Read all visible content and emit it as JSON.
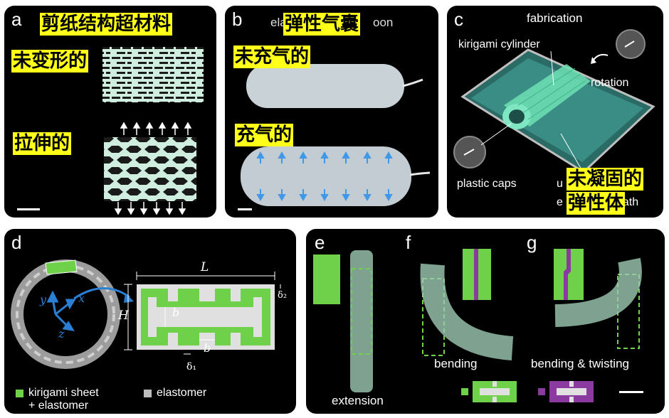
{
  "panels": {
    "a": {
      "letter": "a",
      "title_zh": "剪纸结构超材料",
      "undeformed_zh": "未变形的",
      "stretched_zh": "拉伸的"
    },
    "b": {
      "letter": "b",
      "title_en_left": "ela",
      "title_zh": "弹性气囊",
      "title_en_right": "oon",
      "deflated_zh": "未充气的",
      "inflated_zh": "充气的"
    },
    "c": {
      "letter": "c",
      "fabrication": "fabrication",
      "kirigami_cylinder": "kirigami cylinder",
      "rotation": "rotation",
      "plastic_caps": "plastic caps",
      "bath_left": "u",
      "bath_left2": "e",
      "bath_right": "bath",
      "uncured_zh_1": "未凝固的",
      "uncured_zh_2": "弹性体"
    },
    "d": {
      "letter": "d",
      "L": "L",
      "H": "H",
      "b_top": "b",
      "b_bottom": "b",
      "delta1": "δ₁",
      "delta2": "δ₂",
      "axis_x": "x",
      "axis_y": "y",
      "axis_z": "z",
      "legend_kirigami_1": "kirigami sheet",
      "legend_kirigami_2": "+ elastomer",
      "legend_elastomer": "elastomer"
    },
    "e": {
      "letter": "e",
      "label": "extension"
    },
    "f": {
      "letter": "f",
      "label": "bending"
    },
    "g": {
      "letter": "g",
      "label": "bending & twisting"
    }
  },
  "colors": {
    "green": "#6fd14a",
    "purple": "#8b3ba0",
    "elastomer": "#bdbdbd",
    "highlight": "#ffff1a",
    "accent_blue": "#2a7fd4"
  }
}
